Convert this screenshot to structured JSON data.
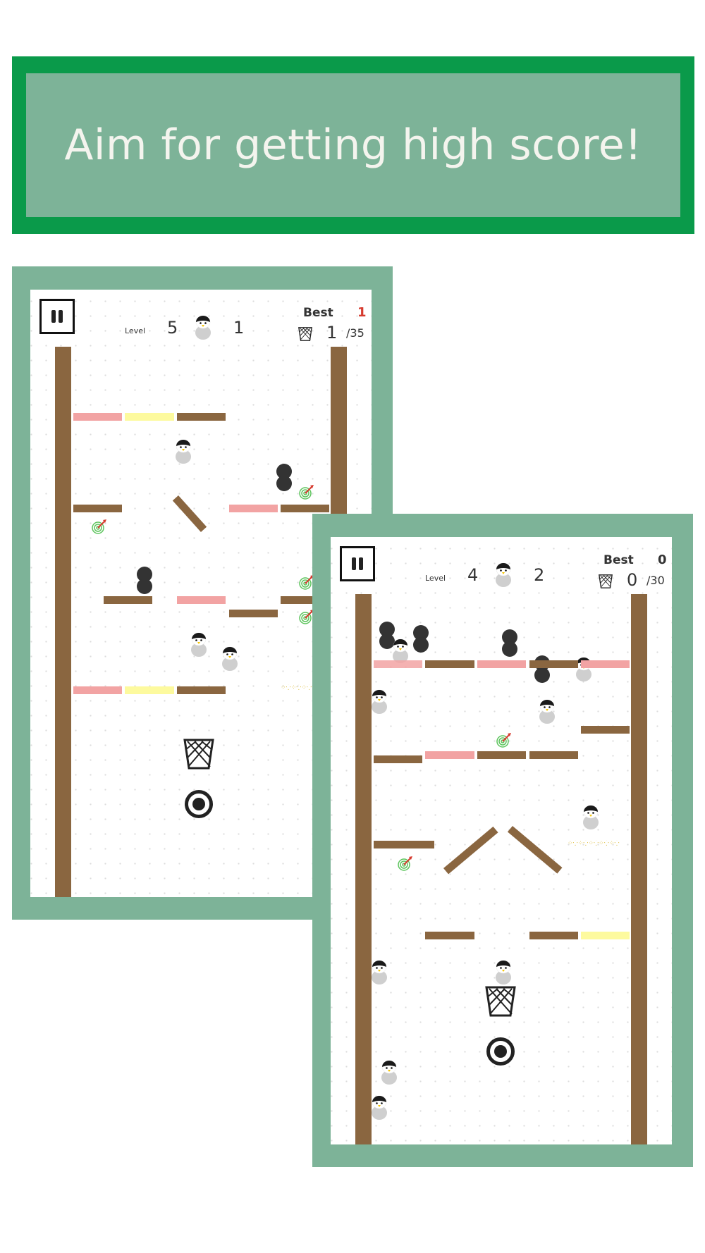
{
  "banner": {
    "title": "Aim for getting high score!"
  },
  "colors": {
    "frame_green": "#7db398",
    "banner_green": "#0a9a4a",
    "wall_brown": "#8a6640",
    "pink": "#f2a3a3",
    "yellow": "#fdfa9e",
    "best_red": "#d63b2f"
  },
  "screen1": {
    "level_label": "Level",
    "level": "5",
    "penguin_count": "1",
    "best_label": "Best",
    "best_value": "1",
    "goal_current": "1",
    "goal_total": "/35"
  },
  "screen2": {
    "level_label": "Level",
    "level": "4",
    "penguin_count": "2",
    "best_label": "Best",
    "best_value": "0",
    "goal_current": "0",
    "goal_total": "/30"
  },
  "icons": {
    "pause": "pause-icon",
    "penguin": "penguin-icon",
    "basket": "basket-icon",
    "goal": "hole-icon",
    "rock": "rock-icon",
    "target": "target-icon"
  }
}
